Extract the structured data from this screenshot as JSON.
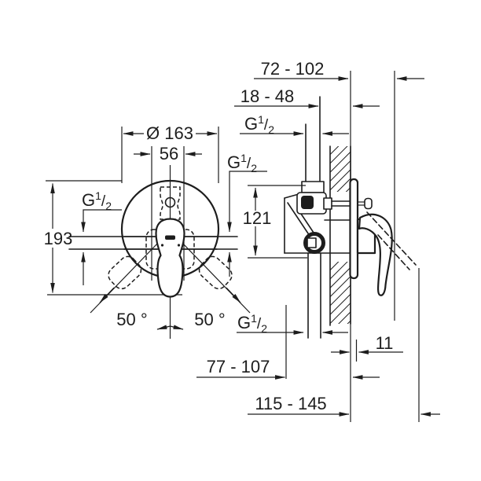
{
  "colors": {
    "ink": "#1d1d1d",
    "background": "#ffffff"
  },
  "labels": {
    "thread": {
      "g": "G",
      "sup": "1",
      "slash": "/",
      "sub": "2"
    }
  },
  "dims": {
    "plate_diameter": "Ø 163",
    "cartridge_width": "56",
    "body_height": "193",
    "port_spacing": "121",
    "angle_left": "50 °",
    "angle_right": "50 °",
    "depth_range_total": "72 - 102",
    "wall_depth_range": "18 - 48",
    "plate_offset": "11",
    "depth_range_closed": "77 - 107",
    "depth_range_open": "115 - 145"
  }
}
